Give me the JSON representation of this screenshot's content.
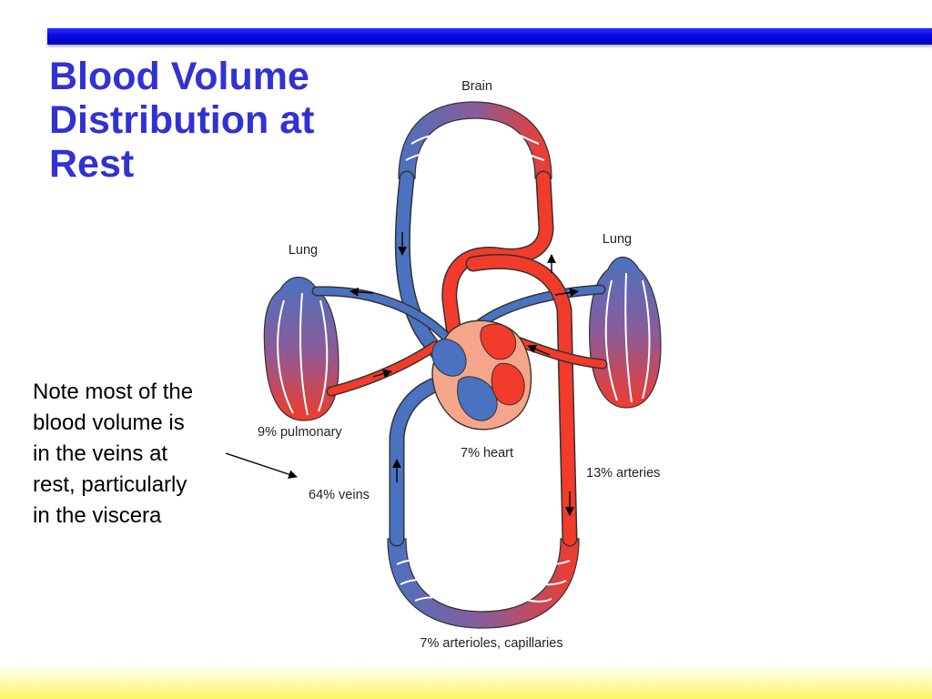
{
  "title": {
    "lines": [
      "Blood Volume",
      "Distribution at",
      "Rest"
    ]
  },
  "note": {
    "lines": [
      "Note most of the",
      "blood volume is",
      "in the veins at",
      "rest, particularly",
      "in the viscera"
    ]
  },
  "diagram": {
    "labels": {
      "brain": "Brain",
      "lung_left": "Lung",
      "lung_right": "Lung",
      "pulmonary": "9% pulmonary",
      "heart": "7% heart",
      "arteries": "13% arteries",
      "veins": "64% veins",
      "capillaries": "7% arterioles, capillaries"
    },
    "colors": {
      "vein_blue": "#4a72c0",
      "artery_red": "#f23b2a",
      "heart_fill": "#f5a58a",
      "title_blue": "#3232d2"
    }
  }
}
